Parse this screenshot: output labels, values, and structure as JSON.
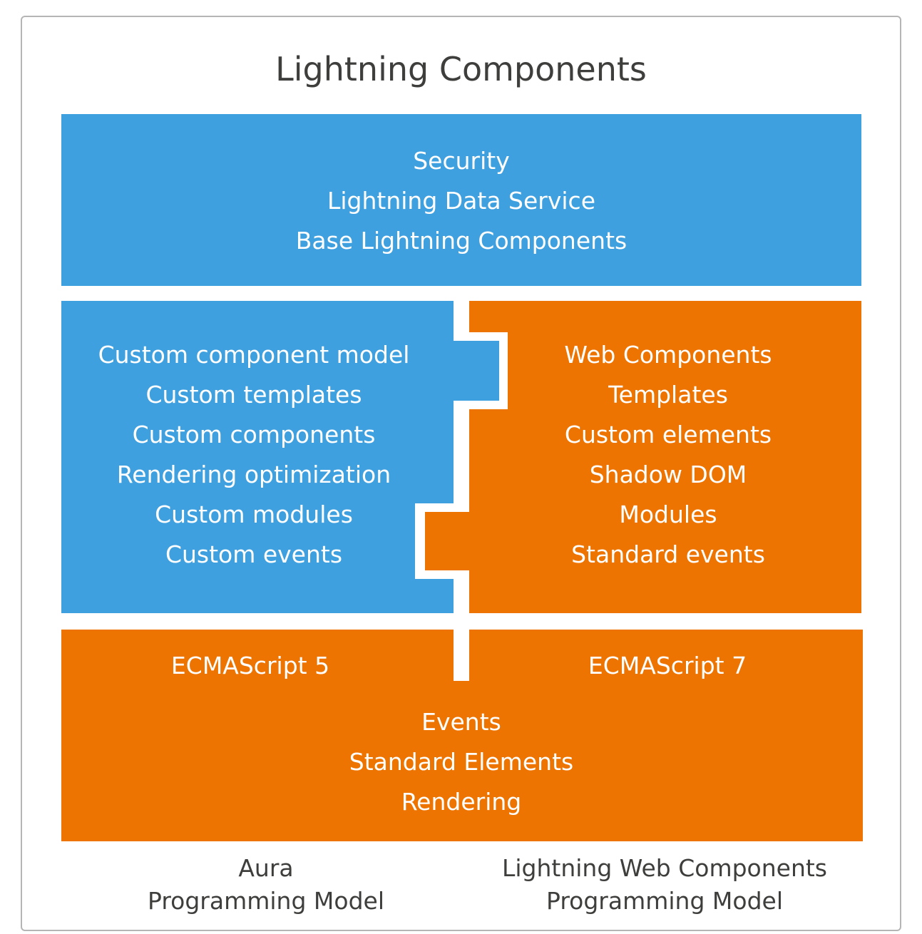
{
  "title": "Lightning Components",
  "colors": {
    "blue": "#3fa0df",
    "orange": "#ed7400",
    "border": "#b5b5b5",
    "text_dark": "#3e3e3c",
    "text_light": "#ffffff"
  },
  "top_block": {
    "lines": [
      "Security",
      "Lightning Data Service",
      "Base Lightning Components"
    ]
  },
  "aura_block": {
    "lines": [
      "Custom component model",
      "Custom templates",
      "Custom components",
      "Rendering optimization",
      "Custom modules",
      "Custom events"
    ]
  },
  "web_block": {
    "lines": [
      "Web Components",
      "Templates",
      "Custom elements",
      "Shadow DOM",
      "Modules",
      "Standard events"
    ]
  },
  "bottom_block": {
    "left_label": "ECMAScript 5",
    "right_label": "ECMAScript 7",
    "lines": [
      "Events",
      "Standard Elements",
      "Rendering"
    ]
  },
  "captions": {
    "left": [
      "Aura",
      "Programming Model"
    ],
    "right": [
      "Lightning Web Components",
      "Programming Model"
    ]
  }
}
